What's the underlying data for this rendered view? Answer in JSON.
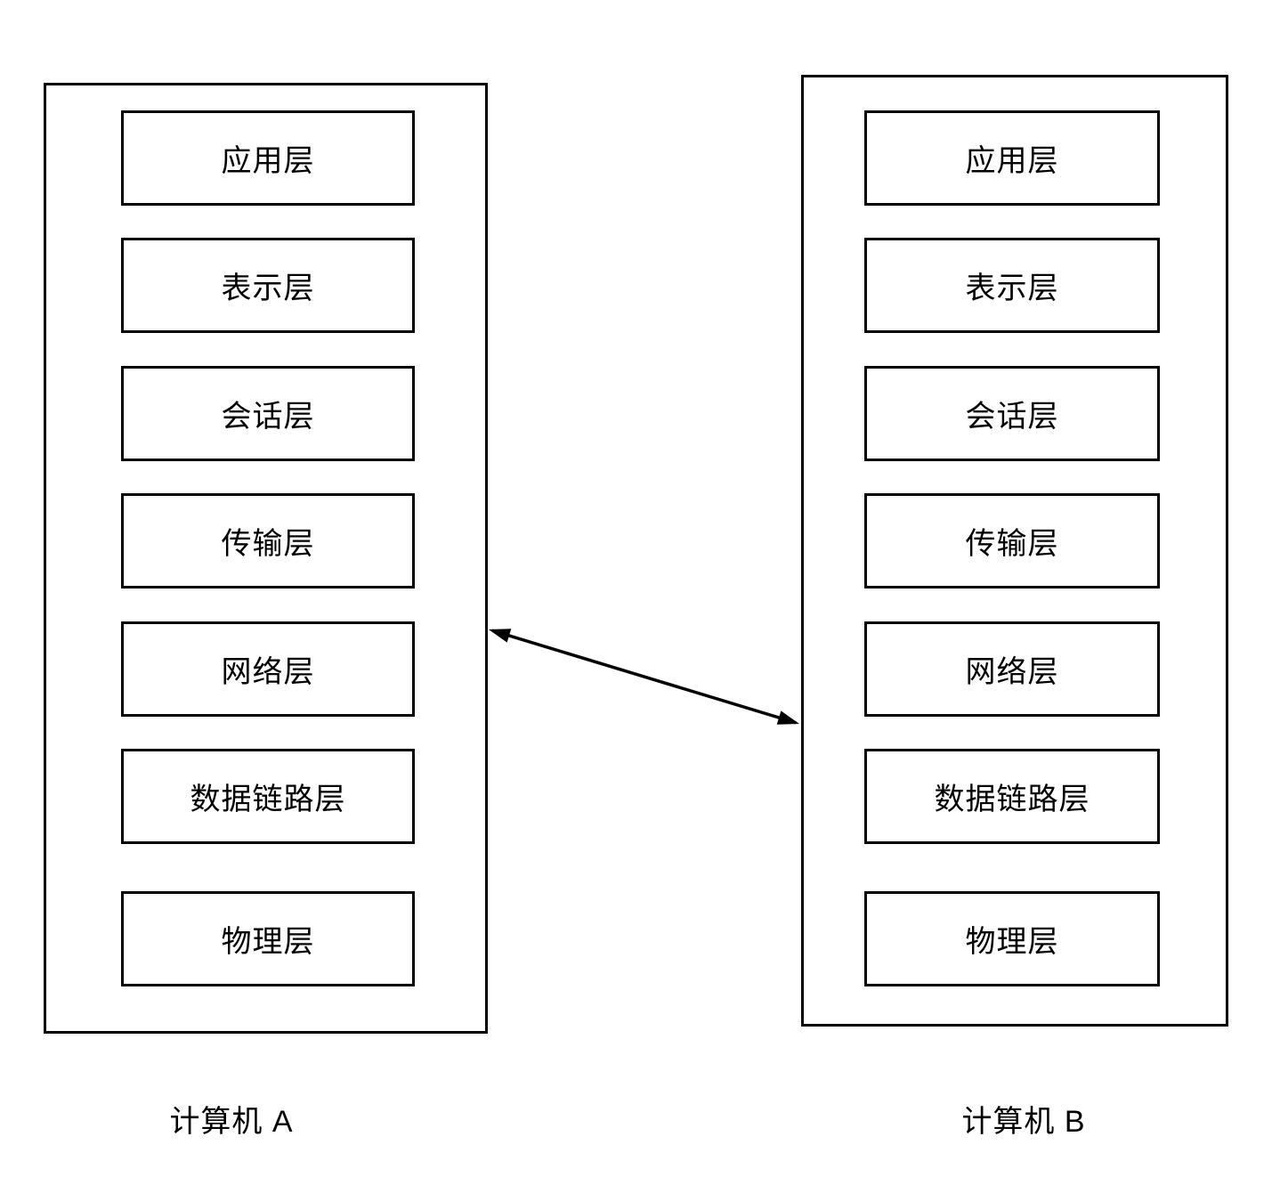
{
  "diagram": {
    "title": "OSI seven-layer model between two computers",
    "colors": {
      "background": "#ffffff",
      "line": "#000000",
      "text": "#000000"
    },
    "computers": [
      {
        "label": "计算机 A",
        "layers": [
          "应用层",
          "表示层",
          "会话层",
          "传输层",
          "网络层",
          "数据链路层",
          "物理层"
        ]
      },
      {
        "label": "计算机 B",
        "layers": [
          "应用层",
          "表示层",
          "会话层",
          "传输层",
          "网络层",
          "数据链路层",
          "物理层"
        ]
      }
    ],
    "connection": {
      "type": "double-headed-arrow",
      "from": "计算机 A",
      "to": "计算机 B"
    }
  }
}
